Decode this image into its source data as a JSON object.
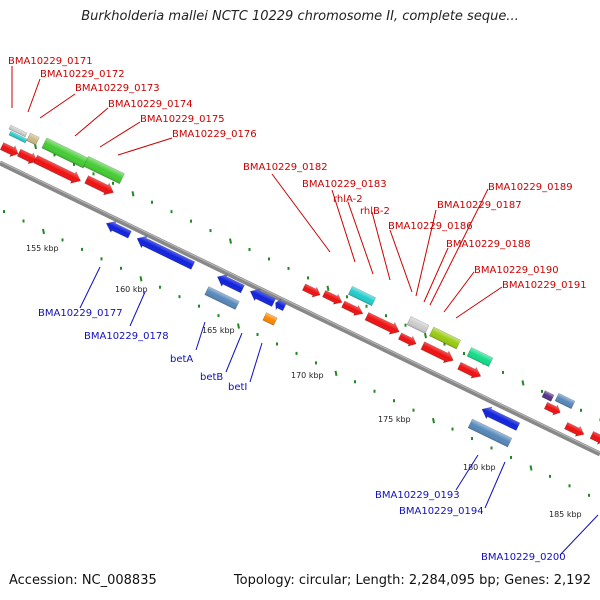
{
  "title": "Burkholderia mallei NCTC 10229 chromosome II, complete seque...",
  "footer": {
    "accession": "Accession: NC_008835",
    "topology": "Topology: circular; Length: 2,284,095 bp; Genes: 2,192"
  },
  "ticks": [
    "155 kbp",
    "160 kbp",
    "165 kbp",
    "170 kbp",
    "175 kbp",
    "180 kbp",
    "185 kbp"
  ],
  "forward_labels": [
    "BMA10229_0171",
    "BMA10229_0172",
    "BMA10229_0173",
    "BMA10229_0174",
    "BMA10229_0175",
    "BMA10229_0176",
    "BMA10229_0182",
    "BMA10229_0183",
    "rhlA-2",
    "rhlB-2",
    "BMA10229_0186",
    "BMA10229_0187",
    "BMA10229_0188",
    "BMA10229_0189",
    "BMA10229_0190",
    "BMA10229_0191"
  ],
  "reverse_labels": [
    "BMA10229_0177",
    "BMA10229_0178",
    "betA",
    "betB",
    "betI",
    "BMA10229_0193",
    "BMA10229_0194",
    "BMA10229_0200"
  ],
  "colors": {
    "red": "#ee1111",
    "green": "#44cc33",
    "blue": "#1122dd",
    "steel": "#5588bb",
    "cyan": "#22cccc",
    "orange": "#ff8800",
    "olive": "#99cc11",
    "mint": "#11dd88",
    "silver": "#cccccc",
    "khaki": "#ccbb88",
    "purple": "#553388",
    "backbone": "#888888"
  }
}
